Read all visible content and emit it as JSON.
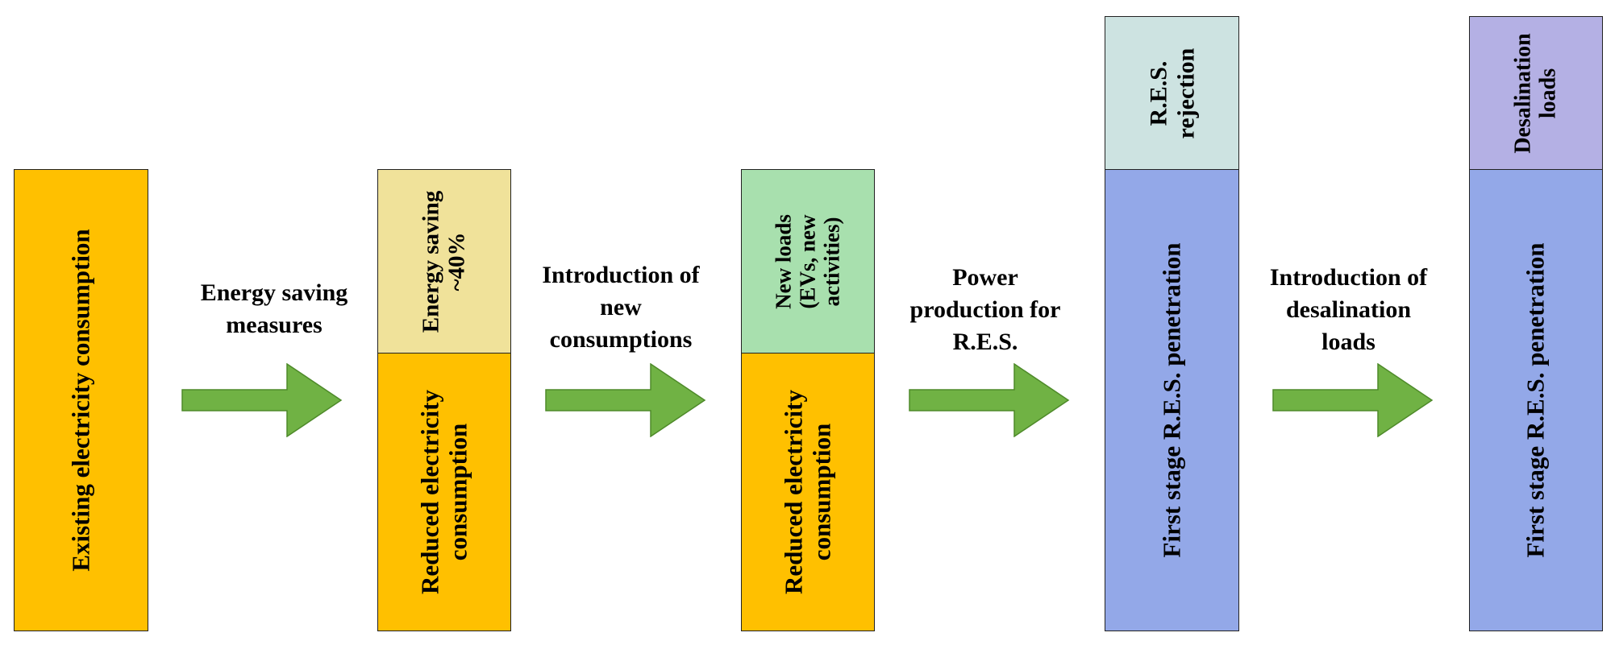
{
  "colors": {
    "orange": "#FFC000",
    "pale_yellow": "#F0E29A",
    "green_box": "#A8E0AE",
    "blue": "#93A8E8",
    "pale_teal": "#CDE3E1",
    "lavender": "#B4B0E4",
    "arrow_green": "#70B244"
  },
  "columns": [
    {
      "blocks": [
        {
          "lines": [
            "Existing electricity consumption"
          ],
          "color": "orange"
        }
      ]
    },
    {
      "blocks": [
        {
          "lines": [
            "Energy saving",
            "~40%"
          ],
          "color": "pale_yellow"
        },
        {
          "lines": [
            "Reduced electricity",
            "consumption"
          ],
          "color": "orange"
        }
      ]
    },
    {
      "blocks": [
        {
          "lines": [
            "New loads",
            "(EVs, new",
            "activities)"
          ],
          "color": "green_box"
        },
        {
          "lines": [
            "Reduced electricity",
            "consumption"
          ],
          "color": "orange"
        }
      ]
    },
    {
      "blocks": [
        {
          "lines": [
            "R.E.S.",
            "rejection"
          ],
          "color": "pale_teal"
        },
        {
          "lines": [
            "First stage R.E.S. penetration"
          ],
          "color": "blue"
        }
      ]
    },
    {
      "blocks": [
        {
          "lines": [
            "Desalination",
            "loads"
          ],
          "color": "lavender"
        },
        {
          "lines": [
            "First stage R.E.S. penetration"
          ],
          "color": "blue"
        }
      ]
    }
  ],
  "transitions": [
    {
      "lines": [
        "Energy saving",
        "measures"
      ],
      "arrow_icon": "right-arrow-icon"
    },
    {
      "lines": [
        "Introduction of",
        "new",
        "consumptions"
      ],
      "arrow_icon": "right-arrow-icon"
    },
    {
      "lines": [
        "Power",
        "production for",
        "R.E.S."
      ],
      "arrow_icon": "right-arrow-icon"
    },
    {
      "lines": [
        "Introduction of",
        "desalination",
        "loads"
      ],
      "arrow_icon": "right-arrow-icon"
    }
  ]
}
